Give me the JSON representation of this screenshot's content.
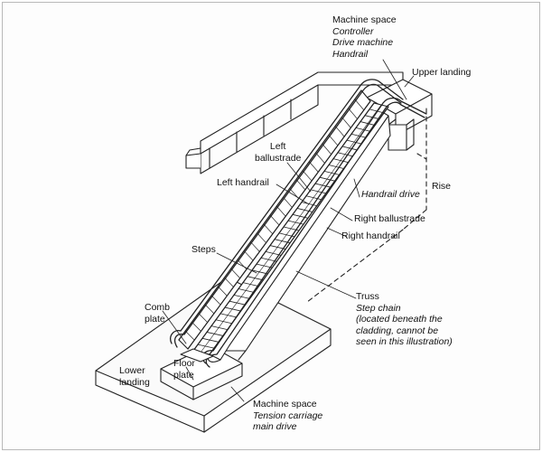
{
  "labels": {
    "machine_space_top": "Machine space",
    "controller": "Controller",
    "drive_machine": "Drive machine",
    "handrail_top": "Handrail",
    "upper_landing": "Upper landing",
    "left_ballustrade_1": "Left",
    "left_ballustrade_2": "ballustrade",
    "left_handrail": "Left handrail",
    "rise": "Rise",
    "handrail_drive": "Handrail drive",
    "right_ballustrade": "Right ballustrade",
    "right_handrail": "Right handrail",
    "steps": "Steps",
    "truss": "Truss",
    "step_chain": "Step chain",
    "step_chain_note_1": "(located beneath the",
    "step_chain_note_2": "cladding, cannot be",
    "step_chain_note_3": "seen in this illustration)",
    "comb_plate_1": "Comb",
    "comb_plate_2": "plate",
    "floor_plate_1": "Floor",
    "floor_plate_2": "plate",
    "lower_landing_1": "Lower",
    "lower_landing_2": "landing",
    "machine_space_bottom": "Machine space",
    "tension_carriage": "Tension carriage",
    "main_drive": "main drive"
  }
}
